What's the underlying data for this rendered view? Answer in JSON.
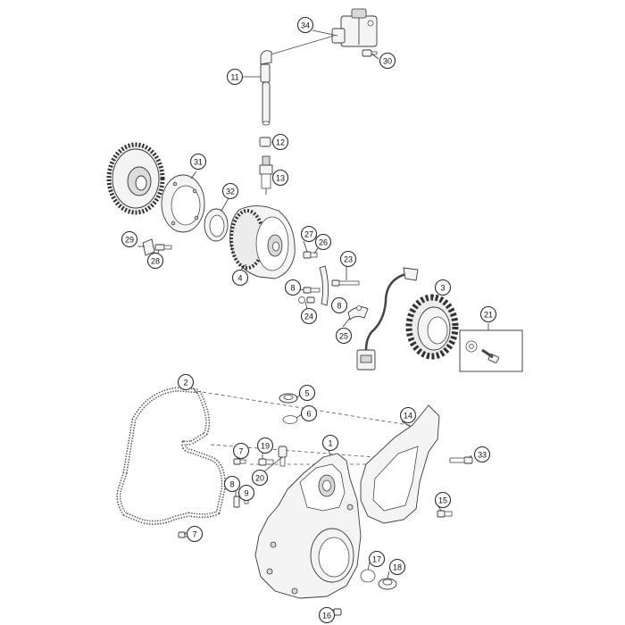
{
  "callouts": [
    {
      "id": "34",
      "label": "34"
    },
    {
      "id": "30",
      "label": "30"
    },
    {
      "id": "11",
      "label": "11"
    },
    {
      "id": "12",
      "label": "12"
    },
    {
      "id": "13",
      "label": "13"
    },
    {
      "id": "31",
      "label": "31"
    },
    {
      "id": "32",
      "label": "32"
    },
    {
      "id": "29",
      "label": "29"
    },
    {
      "id": "28",
      "label": "28"
    },
    {
      "id": "27",
      "label": "27"
    },
    {
      "id": "26",
      "label": "26"
    },
    {
      "id": "4",
      "label": "4"
    },
    {
      "id": "23",
      "label": "23"
    },
    {
      "id": "8a",
      "label": "8"
    },
    {
      "id": "24",
      "label": "24"
    },
    {
      "id": "8b",
      "label": "8"
    },
    {
      "id": "25",
      "label": "25"
    },
    {
      "id": "3",
      "label": "3"
    },
    {
      "id": "21",
      "label": "21"
    },
    {
      "id": "2",
      "label": "2"
    },
    {
      "id": "5",
      "label": "5"
    },
    {
      "id": "6",
      "label": "6"
    },
    {
      "id": "14",
      "label": "14"
    },
    {
      "id": "1",
      "label": "1"
    },
    {
      "id": "7a",
      "label": "7"
    },
    {
      "id": "19",
      "label": "19"
    },
    {
      "id": "33",
      "label": "33"
    },
    {
      "id": "20",
      "label": "20"
    },
    {
      "id": "8c",
      "label": "8"
    },
    {
      "id": "9",
      "label": "9"
    },
    {
      "id": "15",
      "label": "15"
    },
    {
      "id": "7b",
      "label": "7"
    },
    {
      "id": "17",
      "label": "17"
    },
    {
      "id": "18",
      "label": "18"
    },
    {
      "id": "16",
      "label": "16"
    }
  ]
}
